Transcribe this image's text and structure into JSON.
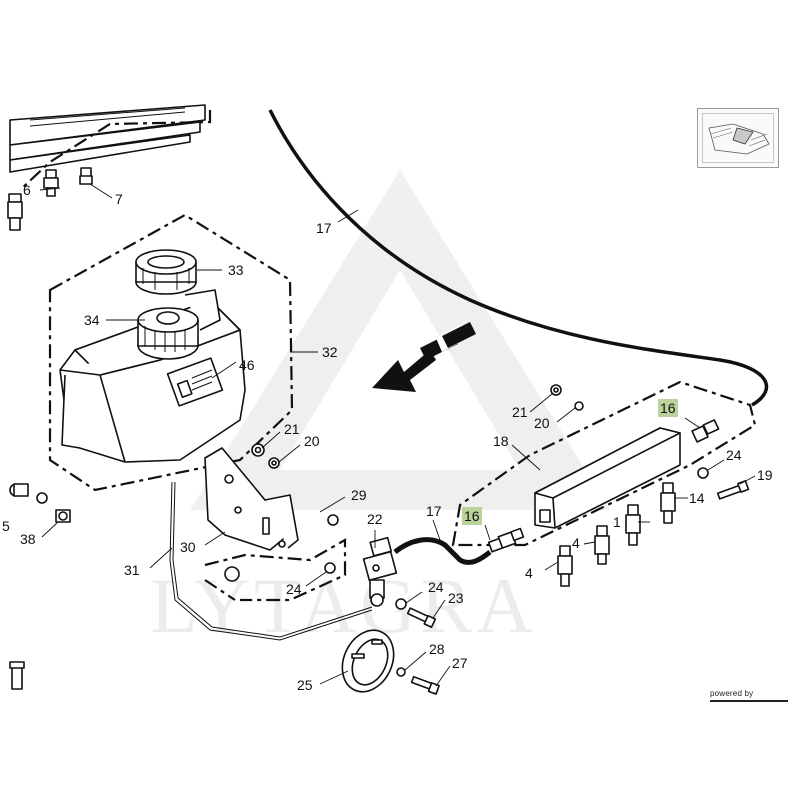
{
  "parts": {
    "p6": "6",
    "p7": "7",
    "p17a": "17",
    "p33": "33",
    "p34": "34",
    "p32": "32",
    "p46": "46",
    "p21a": "21",
    "p20a": "20",
    "p29": "29",
    "p22": "22",
    "p17b": "17",
    "p16a": "16",
    "p31": "31",
    "p30": "30",
    "p24a": "24",
    "p24b": "24",
    "p23": "23",
    "p28": "28",
    "p27": "27",
    "p25": "25",
    "p38": "38",
    "p18": "18",
    "p21b": "21",
    "p20b": "20",
    "p16b": "16",
    "p24c": "24",
    "p19": "19",
    "p14": "14",
    "p1": "1",
    "p4a": "4",
    "p4b": "4",
    "p5": "5"
  },
  "watermark": "LYTAGRA",
  "footer": {
    "powered_by": "powered by"
  },
  "colors": {
    "highlight": "#b9d39a",
    "ink": "#111111"
  }
}
